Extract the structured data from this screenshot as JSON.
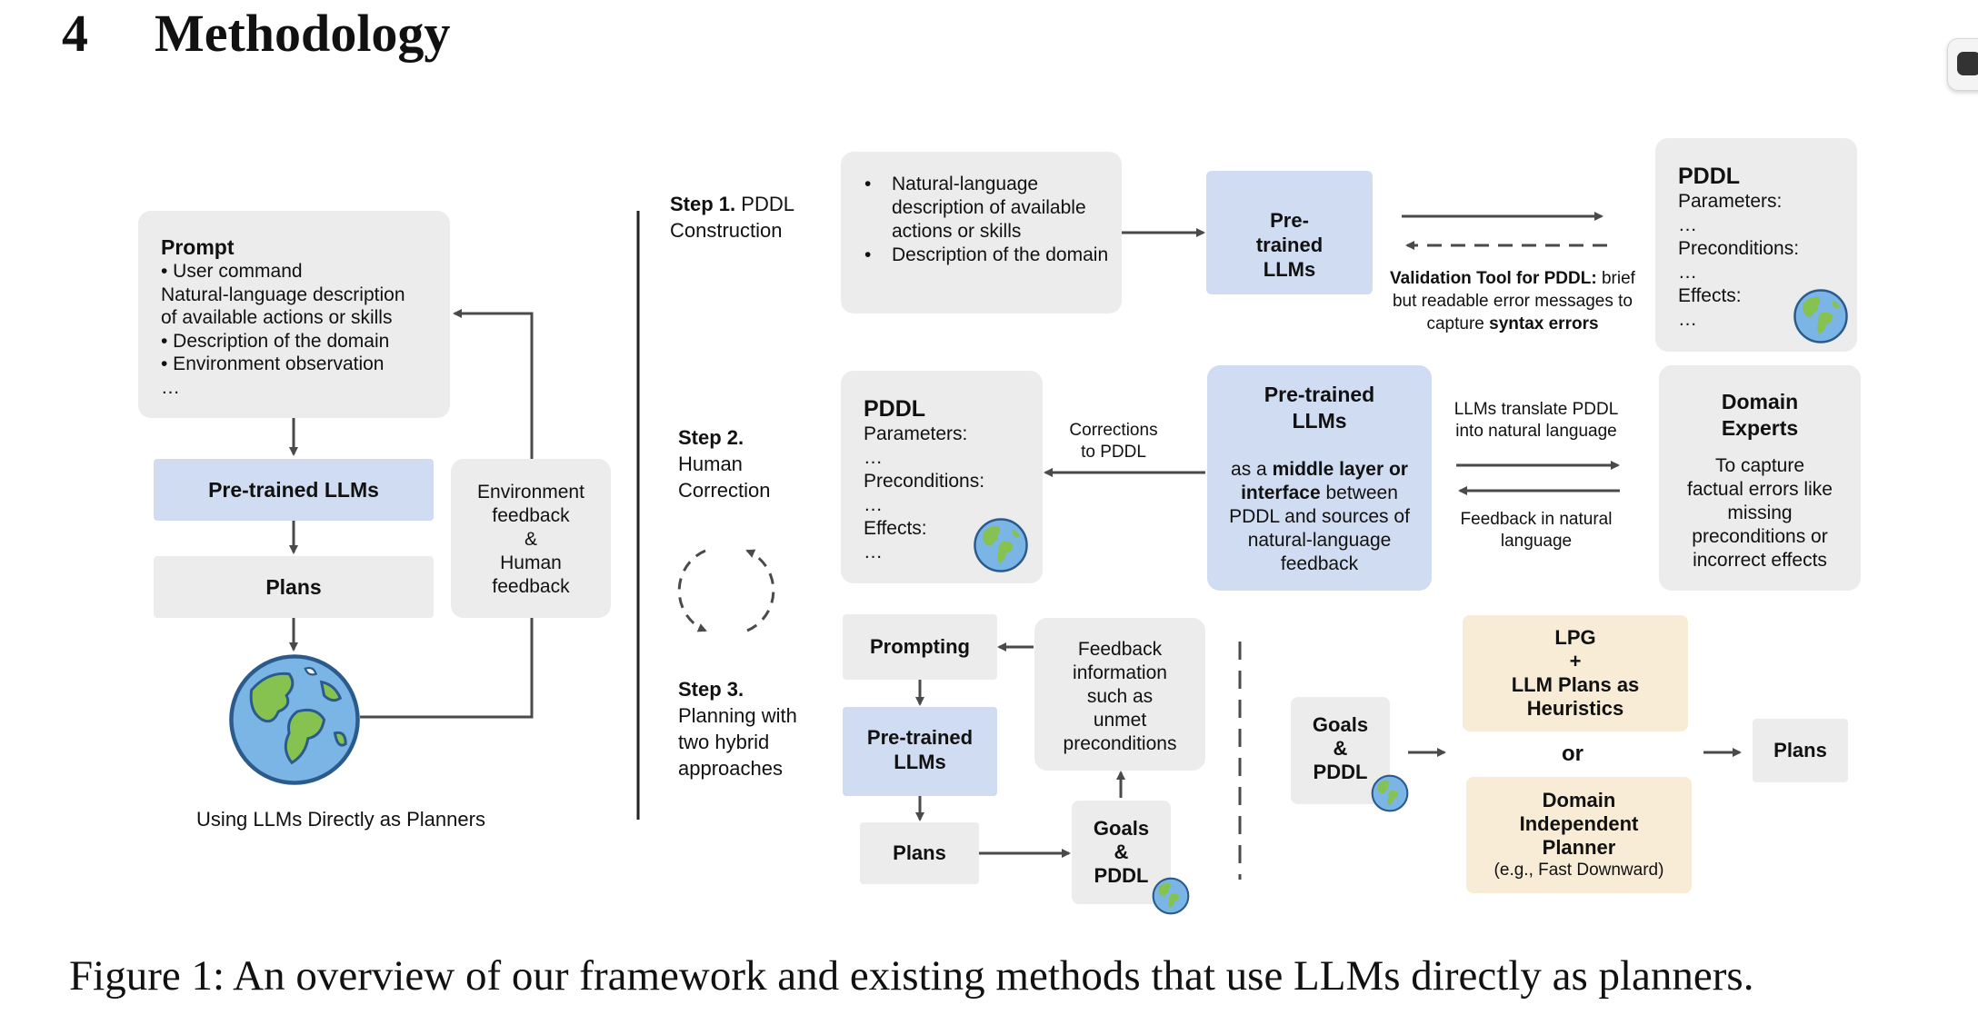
{
  "section": {
    "number": "4",
    "title": "Methodology"
  },
  "left_panel": {
    "prompt_title": "Prompt",
    "prompt_lines": [
      "• User command",
      "Natural-language description",
      "of available actions or skills",
      "• Description of the domain",
      "• Environment observation",
      "…"
    ],
    "llm_label": "Pre-trained LLMs",
    "plans_label": "Plans",
    "feedback_lines": [
      "Environment",
      "feedback",
      "&",
      "Human",
      "feedback"
    ],
    "caption": "Using LLMs Directly as Planners"
  },
  "step1": {
    "heading_bold": "Step 1.",
    "heading_rest": "PDDL",
    "heading_line2": "Construction",
    "input_bullets": [
      "Natural-language description of available actions or skills",
      "Description of the domain"
    ],
    "llm_label": "Pre-trained LLMs",
    "validation_bold": "Validation Tool for PDDL:",
    "validation_text": "brief but readable error messages to capture",
    "validation_bold2": "syntax errors",
    "pddl": {
      "title": "PDDL",
      "rows": [
        "Parameters:",
        "…",
        "Preconditions:",
        "…",
        "Effects:",
        "…"
      ]
    }
  },
  "step2": {
    "heading_bold": "Step 2.",
    "heading_lines": [
      "Human",
      "Correction"
    ],
    "pddl": {
      "title": "PDDL",
      "rows": [
        "Parameters:",
        "…",
        "Preconditions:",
        "…",
        "Effects:",
        "…"
      ]
    },
    "corrections_label": [
      "Corrections",
      "to PDDL"
    ],
    "llm_title": [
      "Pre-trained",
      "LLMs"
    ],
    "llm_desc_a": "as a",
    "llm_desc_bold": "middle layer or interface",
    "llm_desc_b": "between PDDL and sources of natural-language feedback",
    "translate_label": [
      "LLMs translate PDDL",
      "into natural language"
    ],
    "feedback_label": [
      "Feedback in natural",
      "language"
    ],
    "experts_title": [
      "Domain",
      "Experts"
    ],
    "experts_desc": [
      "To capture",
      "factual errors like",
      "missing",
      "preconditions or",
      "incorrect effects"
    ]
  },
  "step3": {
    "heading_bold": "Step 3.",
    "heading_lines": [
      "Planning with",
      "two hybrid",
      "approaches"
    ],
    "prompting_label": "Prompting",
    "llm_label": [
      "Pre-trained",
      "LLMs"
    ],
    "plans_label": "Plans",
    "feedback_info": [
      "Feedback",
      "information",
      "such as",
      "unmet",
      "preconditions"
    ],
    "goals_label": [
      "Goals",
      "&",
      "PDDL"
    ],
    "goals_label_right": [
      "Goals",
      "&",
      "PDDL"
    ],
    "lpg_label": [
      "LPG",
      "+",
      "LLM Plans as",
      "Heuristics"
    ],
    "or_label": "or",
    "planner_label": [
      "Domain",
      "Independent",
      "Planner"
    ],
    "planner_sub": "(e.g., Fast Downward)",
    "plans_right": "Plans"
  },
  "figure_caption": "Figure 1: An overview of our framework and existing methods that use LLMs directly as planners."
}
